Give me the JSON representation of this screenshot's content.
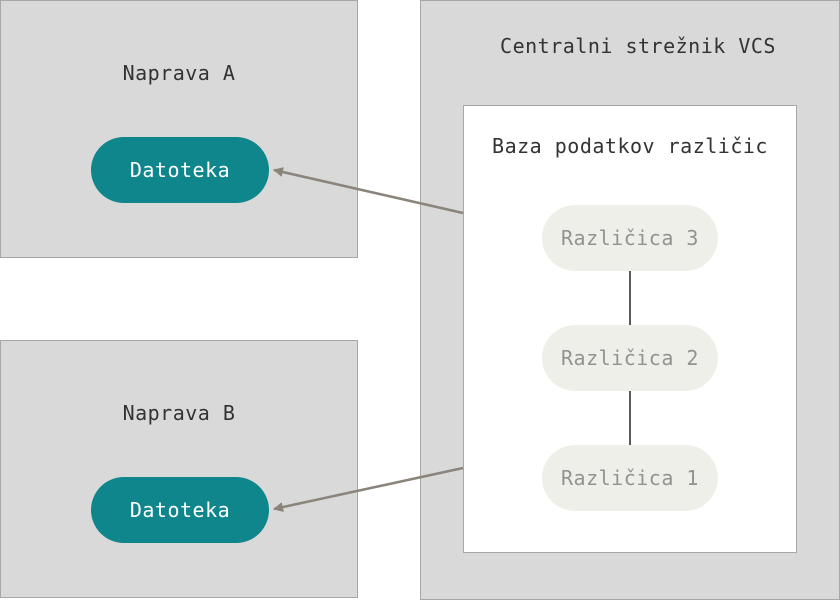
{
  "device_a": {
    "title": "Naprava A",
    "file_label": "Datoteka"
  },
  "device_b": {
    "title": "Naprava B",
    "file_label": "Datoteka"
  },
  "server": {
    "title": "Centralni strežnik VCS",
    "database": {
      "title": "Baza podatkov različic",
      "versions": [
        "Različica 3",
        "Različica 2",
        "Različica 1"
      ]
    }
  },
  "colors": {
    "panel": "#d9d9d9",
    "file_pill": "#0e868c",
    "version_pill": "#efefe9",
    "arrow": "#8a847b"
  }
}
